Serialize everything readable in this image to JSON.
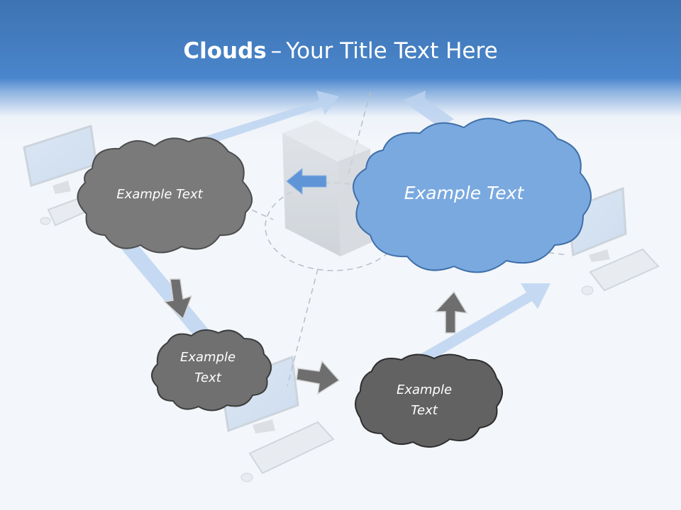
{
  "title": {
    "bold": "Clouds",
    "separator": "–",
    "rest": "Your Title Text Here"
  },
  "clouds": [
    {
      "label": "Example Text",
      "fill": "#7a7a7a"
    },
    {
      "label": "Example Text",
      "fill": "#7aa9e0"
    },
    {
      "label_line1": "Example",
      "label_line2": "Text",
      "fill": "#707070"
    },
    {
      "label_line1": "Example",
      "label_line2": "Text",
      "fill": "#626262"
    }
  ],
  "colors": {
    "header": "#4a86cc",
    "flow_arrow": "#bcd3f0",
    "step_arrow": "#6e6e6e",
    "server_arrow": "#5f95d6"
  }
}
